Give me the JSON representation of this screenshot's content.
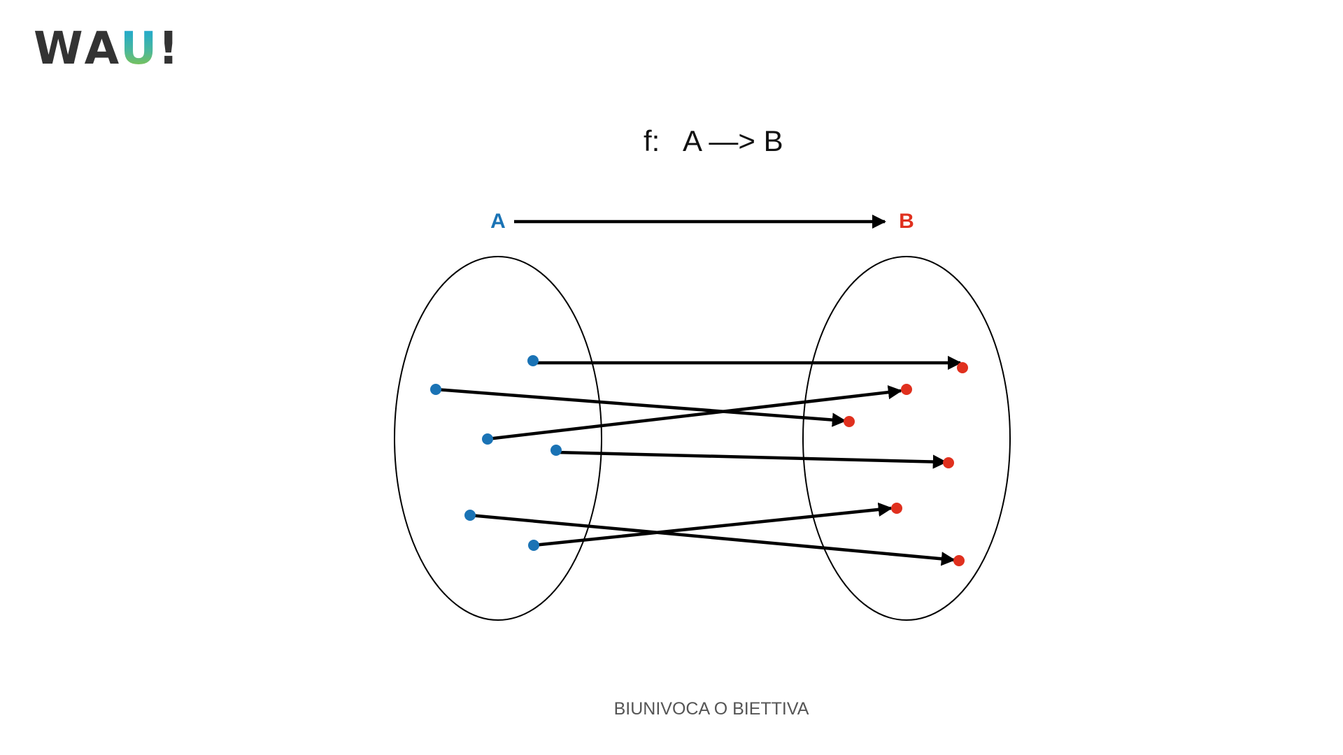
{
  "logo": {
    "letters": [
      "W",
      "A",
      "U",
      "!"
    ]
  },
  "formula": "f:   A —> B",
  "sets": {
    "domain": {
      "label": "A",
      "color": "#1a73b5"
    },
    "codomain": {
      "label": "B",
      "color": "#e0301e"
    }
  },
  "caption": "BIUNIVOCA O BIETTIVA",
  "mapping_count": 6,
  "relation": "one-to-one (bijective)"
}
